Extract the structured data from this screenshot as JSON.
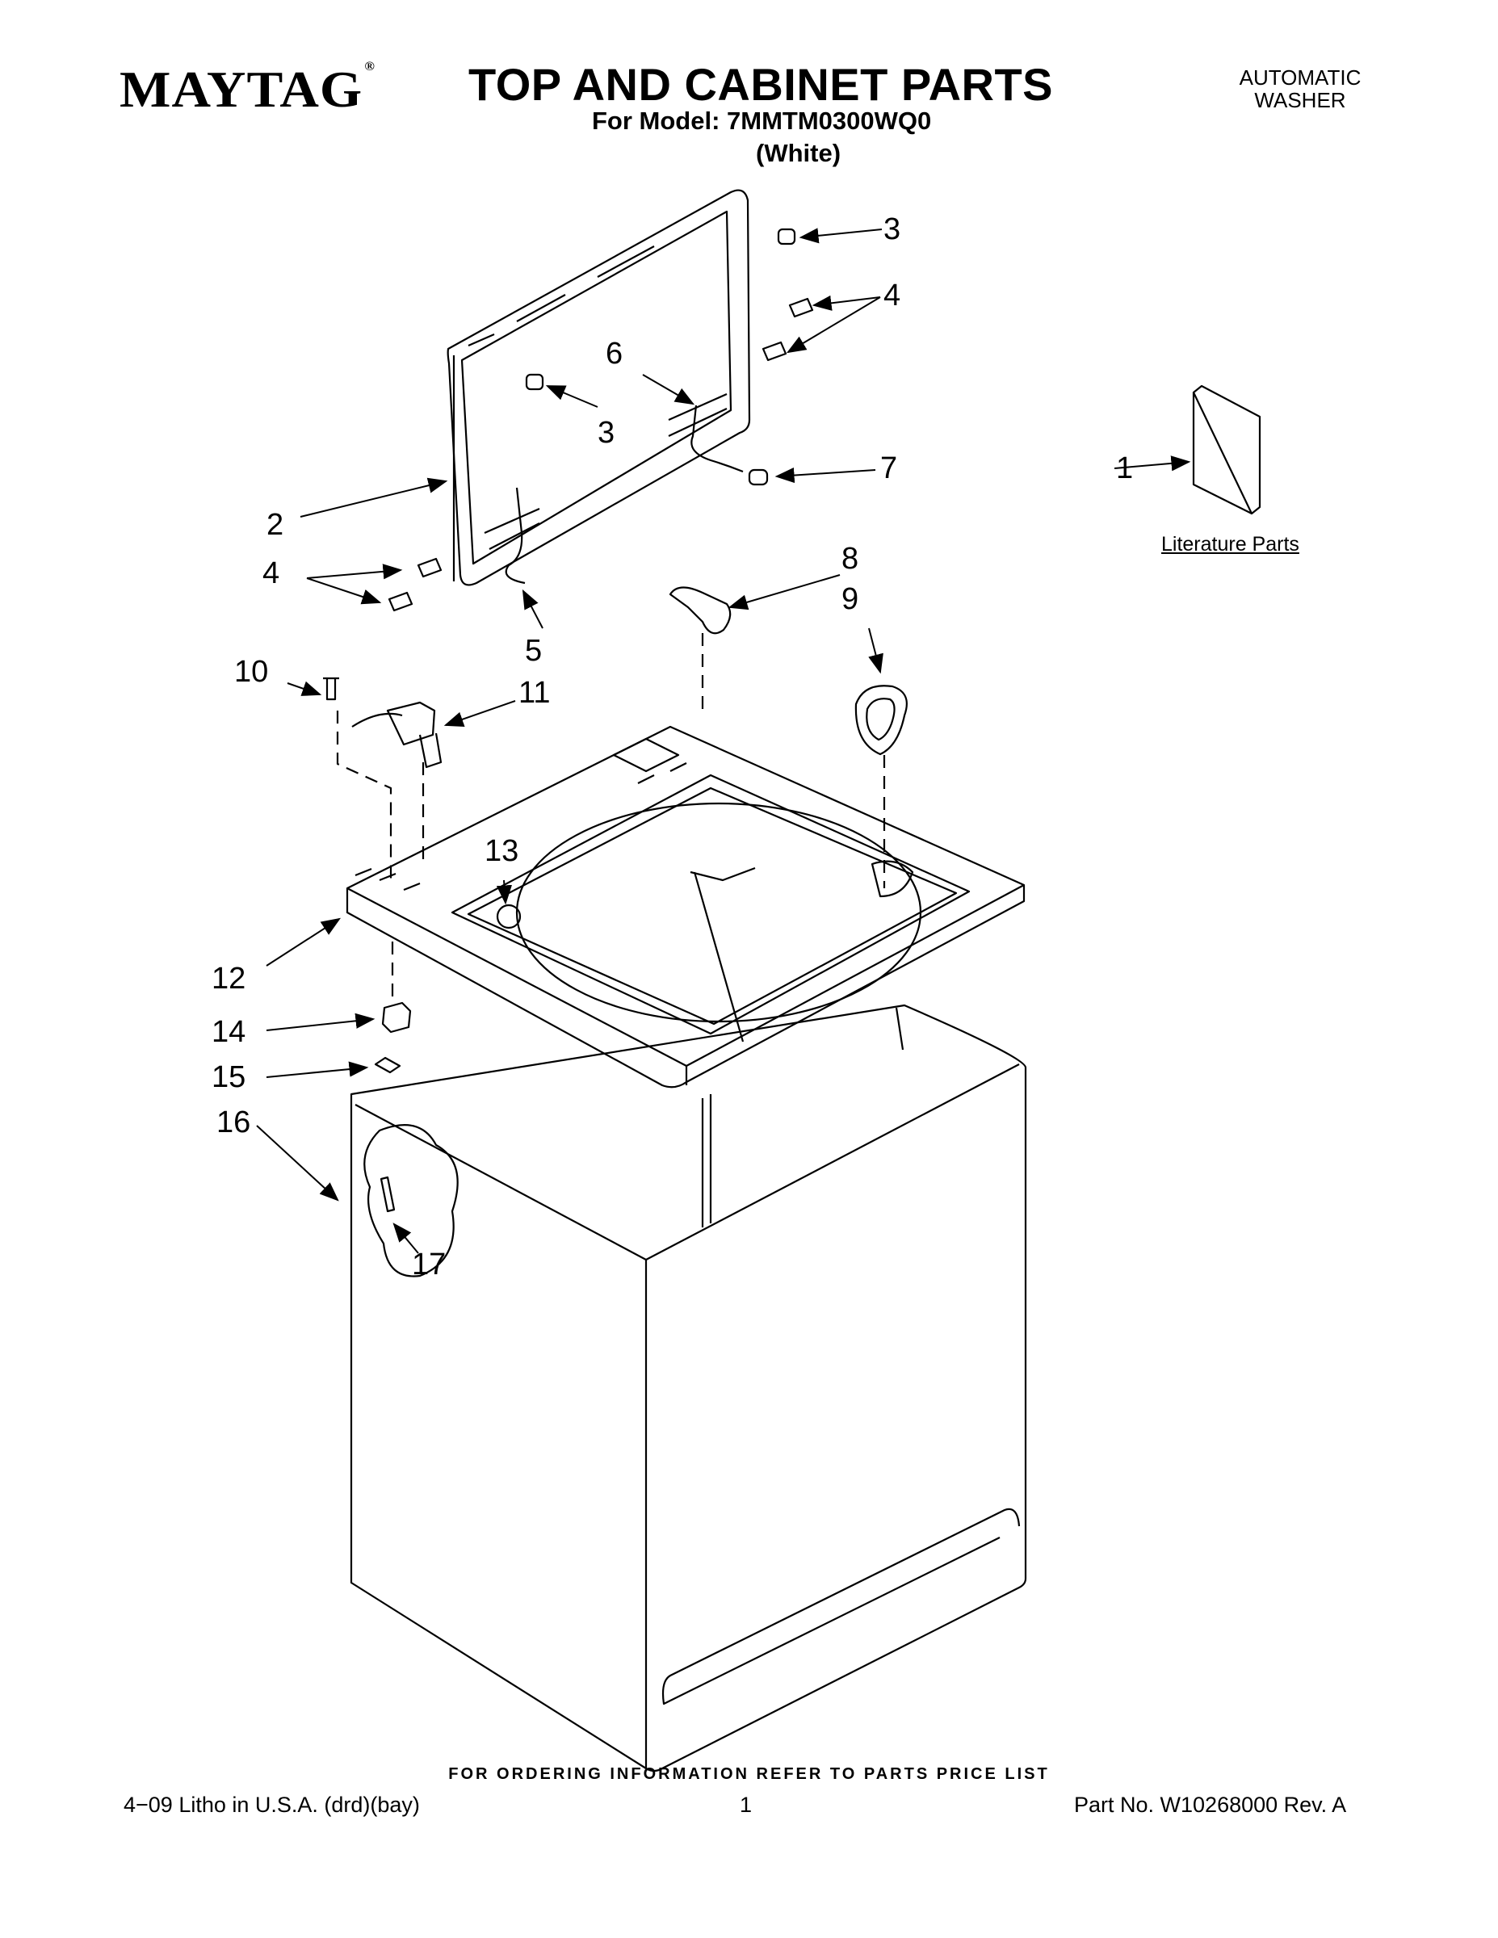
{
  "header": {
    "brand": "MAYTAG",
    "brand_mark": "®",
    "title": "TOP AND CABINET PARTS",
    "model_line": "For Model: 7MMTM0300WQ0",
    "color_line": "(White)",
    "product_type_line1": "AUTOMATIC",
    "product_type_line2": "WASHER"
  },
  "literature": {
    "label": "Literature Parts"
  },
  "callouts": [
    "1",
    "2",
    "3",
    "3",
    "4",
    "4",
    "5",
    "6",
    "7",
    "8",
    "9",
    "10",
    "11",
    "12",
    "13",
    "14",
    "15",
    "16",
    "17"
  ],
  "footer": {
    "ordering_note": "FOR ORDERING INFORMATION REFER TO PARTS PRICE LIST",
    "print_info": "4−09 Litho in U.S.A. (drd)(bay)",
    "page_number": "1",
    "part_number": "Part No. W10268000 Rev. A"
  }
}
